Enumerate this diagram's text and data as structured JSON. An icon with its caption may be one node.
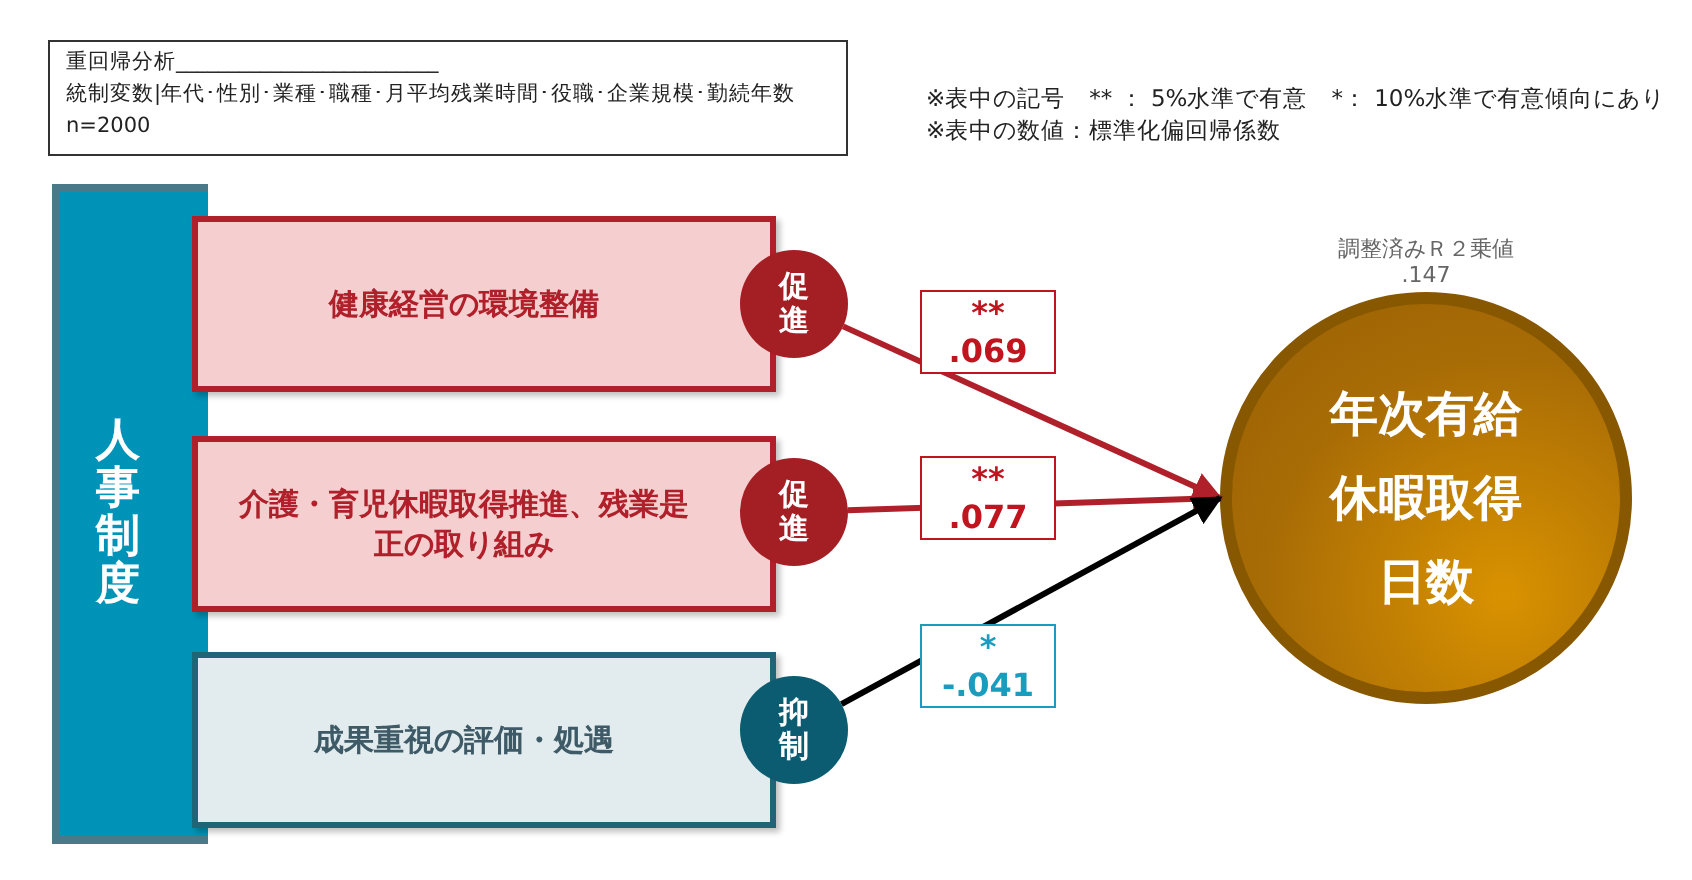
{
  "diagram": {
    "nodes": [
      {
        "text": [
          "重回帰分析_________________________",
          "統制変数|年代･性別･業種･職種･月平均残業時間･役職･企業規模･勤続年数",
          "n=2000"
        ]
      },
      {
        "text": [
          "人事制度"
        ]
      },
      {
        "text": [
          "健康経営の環境整備"
        ]
      },
      {
        "text": [
          "促進"
        ]
      },
      {
        "text": [
          "介護・育児休暇取得推進、残業是正の取り組み"
        ]
      },
      {
        "text": [
          "促進"
        ]
      },
      {
        "text": [
          "成果重視の評価・処遇"
        ]
      },
      {
        "text": [
          "抑制"
        ]
      },
      {
        "text": [
          "年次有給休暇取得日数"
        ],
        "beside": [
          "調整済みＲ２乗値",
          ".147"
        ]
      }
    ],
    "edges": [
      {
        "from": 3,
        "to": 8,
        "arrow": "to",
        "label": "** .069"
      },
      {
        "from": 5,
        "to": 8,
        "arrow": "to",
        "label": "** .077"
      },
      {
        "from": 7,
        "to": 8,
        "arrow": "to",
        "label": "* -.041",
        "color": "#000000"
      }
    ],
    "labels": [
      "※表中の記号　** ： 5%水準で有意　*： 10%水準で有意傾向にあり",
      "※表中の数値：標準化偏回帰係数"
    ]
  }
}
